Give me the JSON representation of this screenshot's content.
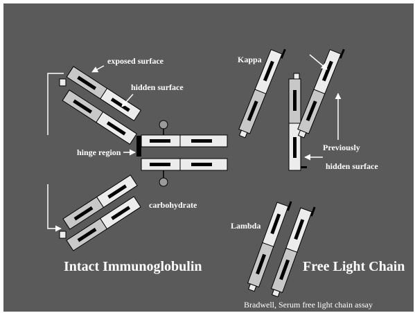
{
  "labels": {
    "exposed_surface": "exposed surface",
    "hidden_surface": "hidden surface",
    "hinge_region": "hinge region",
    "carbohydrate": "carbohydrate",
    "kappa": "Kappa",
    "lambda": "Lambda",
    "previously": "Previously",
    "hidden_surface_2": "hidden surface"
  },
  "titles": {
    "intact": "Intact Immunoglobulin",
    "free": "Free Light Chain"
  },
  "caption": "Bradwell, Serum free light chain assay",
  "colors": {
    "background": "#5a5a5a",
    "light_domain": "#ececec",
    "mid_domain": "#c8c8c8",
    "dark_bar": "#000000",
    "carbohydrate": "#9a9a9a",
    "text": "#ffffff"
  }
}
